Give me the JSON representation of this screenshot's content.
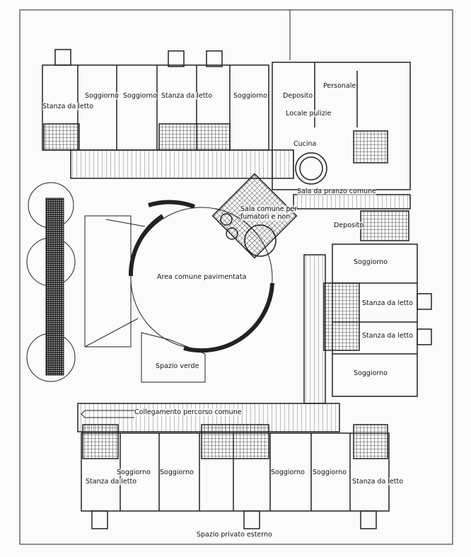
{
  "labels": {
    "bedroom_tl": "Stanza da letto",
    "living_t1": "Soggiorno",
    "living_t2": "Soggiorno",
    "bedroom_t": "Stanza da letto",
    "living_t3": "Soggiorno",
    "storage_t": "Deposito",
    "staff": "Personale",
    "cleaning": "Locale pulizie",
    "kitchen": "Cucina",
    "dining": "Sala da pranzo comune",
    "lounge_1": "Sala comune per",
    "lounge_2": "fumatori e non",
    "storage_r": "Deposito",
    "paved": "Area comune pavimentata",
    "living_r1": "Soggiorno",
    "bedroom_r1": "Stanza da letto",
    "bedroom_r2": "Stanza da letto",
    "living_r2": "Soggiorno",
    "green": "Spazio verde",
    "path": "Collegamento percorso comune",
    "living_b1": "Soggiorno",
    "living_b2": "Soggiorno",
    "living_b3": "Soggiorno",
    "living_b4": "Soggiorno",
    "bedroom_bl": "Stanza da letto",
    "bedroom_br": "Stanza da letto",
    "outdoor": "Spazio privato esterno"
  },
  "colors": {
    "ink": "#222222",
    "paper": "#fbfbfb"
  }
}
